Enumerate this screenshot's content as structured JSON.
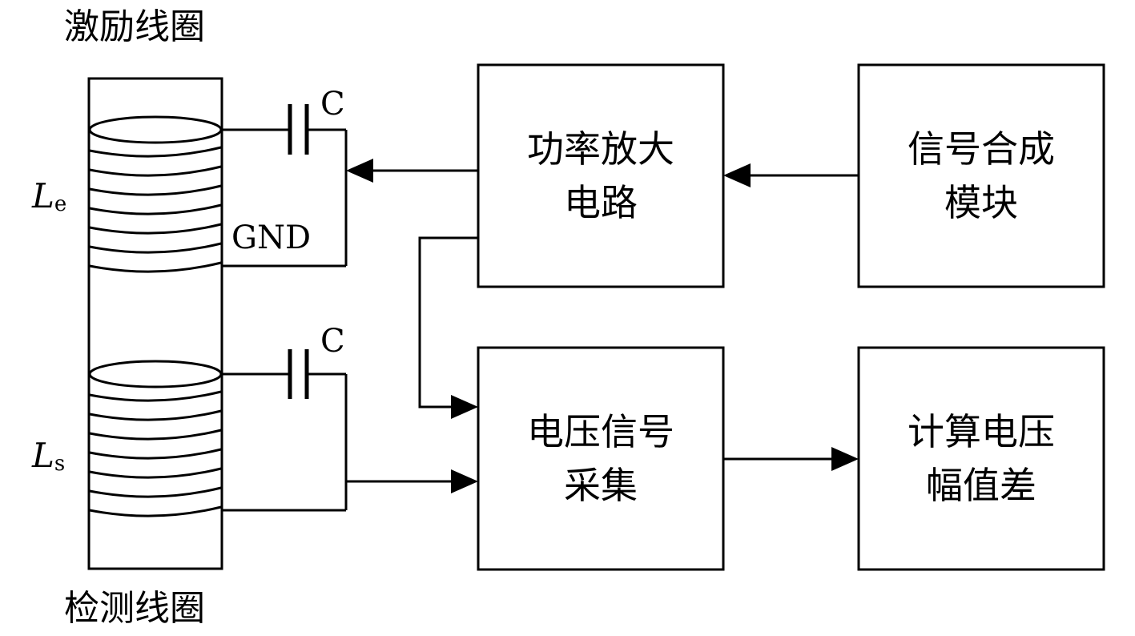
{
  "coil_labels": {
    "excitation": "激励线圈",
    "detection": "检测线圈"
  },
  "inductors": {
    "excitation_symbol": "L",
    "excitation_sub": "e",
    "detection_symbol": "L",
    "detection_sub": "s"
  },
  "capacitor_label_top": "C",
  "capacitor_label_bottom": "C",
  "gnd_label": "GND",
  "blocks": {
    "power_amp": {
      "line1": "功率放大",
      "line2": "电路"
    },
    "signal_synth": {
      "line1": "信号合成",
      "line2": "模块"
    },
    "voltage_acq": {
      "line1": "电压信号",
      "line2": "采集"
    },
    "amp_diff": {
      "line1": "计算电压",
      "line2": "幅值差"
    }
  }
}
